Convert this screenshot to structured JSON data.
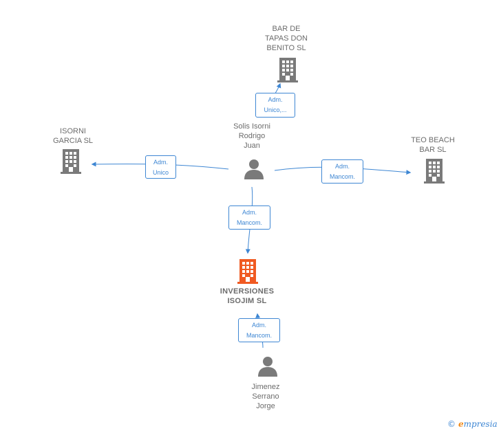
{
  "nodes": {
    "bar_tapas": {
      "label": "BAR DE\nTAPAS DON\nBENITO SL",
      "kind": "company"
    },
    "isorni": {
      "label": "ISORNI\nGARCIA  SL",
      "kind": "company"
    },
    "teo_beach": {
      "label": "TEO BEACH\nBAR  SL",
      "kind": "company"
    },
    "inversiones": {
      "label": "INVERSIONES\nISOJIM  SL",
      "kind": "company-main"
    },
    "solis": {
      "label": "Solis Isorni\nRodrigo\nJuan",
      "kind": "person"
    },
    "jimenez": {
      "label": "Jimenez\nSerrano\nJorge",
      "kind": "person"
    }
  },
  "edges": {
    "solis_bar": "Adm.\nUnico,...",
    "solis_isorni": "Adm.\nUnico",
    "solis_teo": "Adm.\nMancom.",
    "solis_inversiones": "Adm.\nMancom.",
    "jimenez_inversiones": "Adm.\nMancom."
  },
  "brand": {
    "symbol": "©",
    "initial": "e",
    "name": "mpresia"
  },
  "colors": {
    "edge": "#3d86d3",
    "company": "#7a7a7a",
    "main_company": "#f05a22",
    "person": "#7a7a7a"
  }
}
